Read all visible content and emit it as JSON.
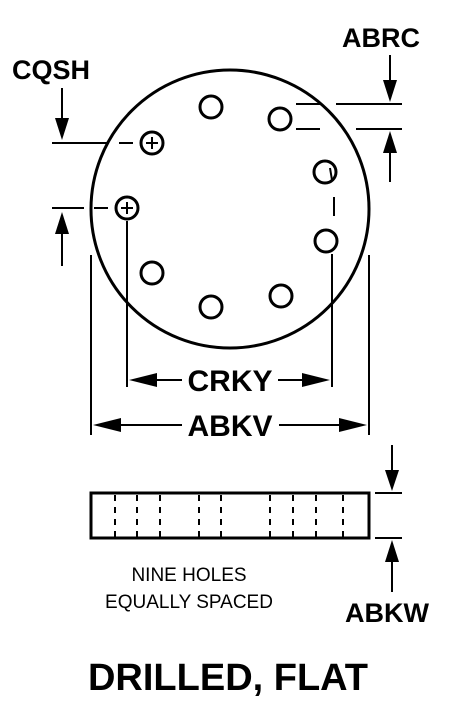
{
  "labels": {
    "abrc": "ABRC",
    "cqsh": "CQSH",
    "crky": "CRKY",
    "abkv": "ABKV",
    "abkw": "ABKW"
  },
  "note": {
    "line1": "NINE HOLES",
    "line2": "EQUALLY SPACED"
  },
  "title": "DRILLED, FLAT"
}
